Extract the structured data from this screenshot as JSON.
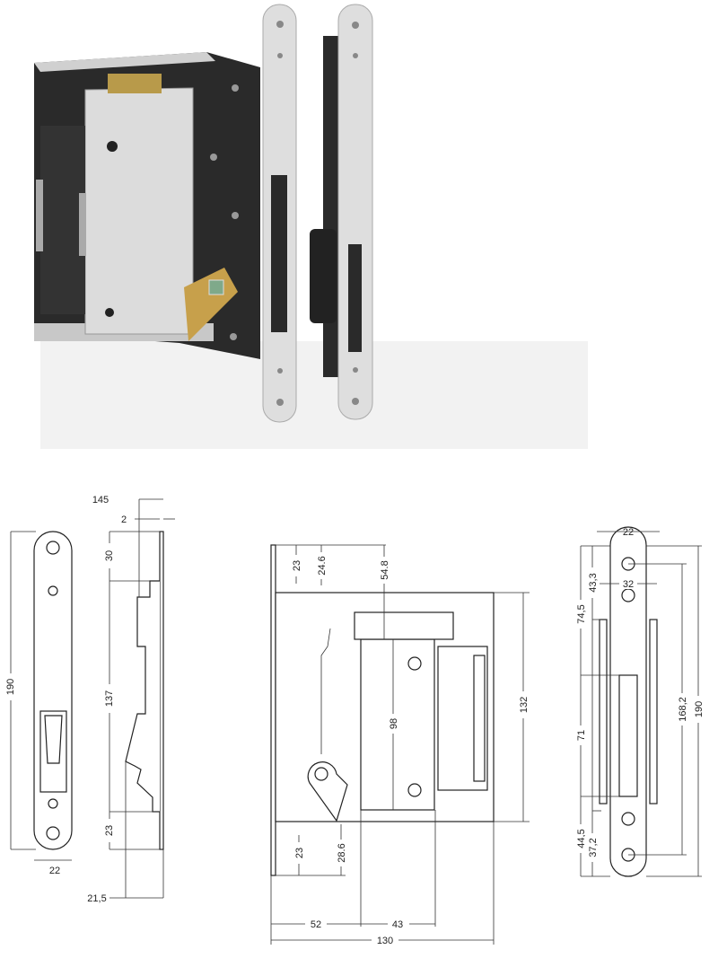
{
  "photo": {
    "description_icon": "magnetic-mortise-lock-photo"
  },
  "side_view": {
    "dims": {
      "total_depth": "145",
      "plate_thickness": "2",
      "top_offset": "30",
      "body_height": "137",
      "bottom_offset": "23",
      "backset": "21,5",
      "plate_height": "190",
      "plate_width": "22"
    }
  },
  "body_view": {
    "dims": {
      "top_a": "23",
      "top_b": "24.6",
      "top_c": "54.8",
      "height": "132",
      "inner": "98",
      "bottom_a": "23",
      "bottom_b": "28.6",
      "backset": "52",
      "hub": "43",
      "width": "130"
    }
  },
  "strike_view": {
    "dims": {
      "width": "22",
      "hole_spacing_w": "32",
      "top_a": "43,3",
      "top_b": "74,5",
      "slot": "71",
      "bottom_a": "44,5",
      "bottom_b": "37,2",
      "hole_centers": "168,2",
      "height": "190"
    }
  }
}
